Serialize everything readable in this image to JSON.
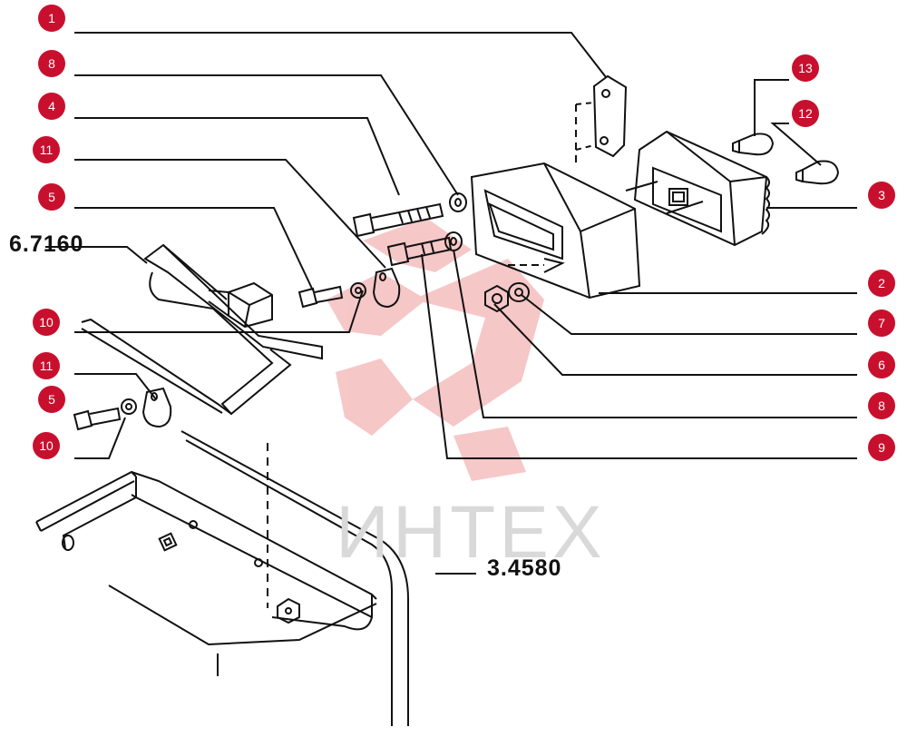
{
  "colors": {
    "callout": "#c8102e",
    "line": "#111111",
    "watermark_logo": "#f3b5b5",
    "watermark_text": "#d9d9d9"
  },
  "watermark": {
    "text": "ИНТЕХ"
  },
  "reference_labels": [
    {
      "id": "frame",
      "text": "6.7160"
    },
    {
      "id": "body",
      "text": "3.4580"
    }
  ],
  "callouts": [
    {
      "id": "c1",
      "number": "1"
    },
    {
      "id": "c8a",
      "number": "8"
    },
    {
      "id": "c4",
      "number": "4"
    },
    {
      "id": "c11a",
      "number": "11"
    },
    {
      "id": "c5a",
      "number": "5"
    },
    {
      "id": "c10a",
      "number": "10"
    },
    {
      "id": "c11b",
      "number": "11"
    },
    {
      "id": "c5b",
      "number": "5"
    },
    {
      "id": "c10b",
      "number": "10"
    },
    {
      "id": "c13",
      "number": "13"
    },
    {
      "id": "c12",
      "number": "12"
    },
    {
      "id": "c3",
      "number": "3"
    },
    {
      "id": "c2",
      "number": "2"
    },
    {
      "id": "c7",
      "number": "7"
    },
    {
      "id": "c6",
      "number": "6"
    },
    {
      "id": "c8b",
      "number": "8"
    },
    {
      "id": "c9",
      "number": "9"
    }
  ]
}
